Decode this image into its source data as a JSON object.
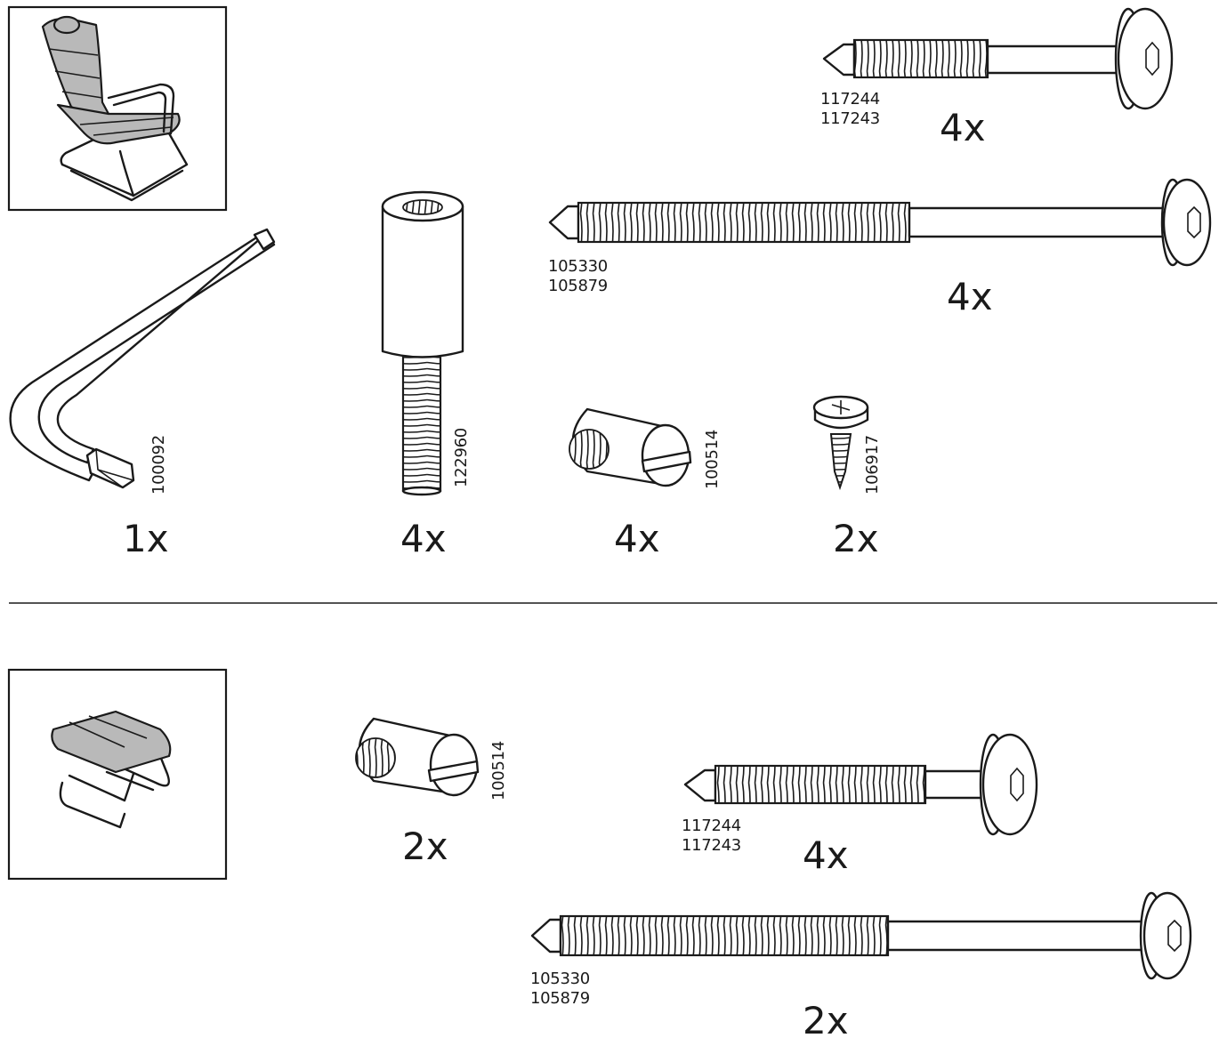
{
  "sections": [
    {
      "name": "chair",
      "parts": [
        {
          "id": "allen-key",
          "part_numbers": [
            "100092"
          ],
          "quantity": "1x"
        },
        {
          "id": "barrel-connector",
          "part_numbers": [
            "122960"
          ],
          "quantity": "4x"
        },
        {
          "id": "cross-dowel",
          "part_numbers": [
            "100514"
          ],
          "quantity": "4x"
        },
        {
          "id": "wood-screw",
          "part_numbers": [
            "106917"
          ],
          "quantity": "2x"
        },
        {
          "id": "short-bolt",
          "part_numbers": [
            "117244",
            "117243"
          ],
          "quantity": "4x"
        },
        {
          "id": "long-bolt",
          "part_numbers": [
            "105330",
            "105879"
          ],
          "quantity": "4x"
        }
      ]
    },
    {
      "name": "footstool",
      "parts": [
        {
          "id": "cross-dowel",
          "part_numbers": [
            "100514"
          ],
          "quantity": "2x"
        },
        {
          "id": "short-bolt",
          "part_numbers": [
            "117244",
            "117243"
          ],
          "quantity": "4x"
        },
        {
          "id": "long-bolt",
          "part_numbers": [
            "105330",
            "105879"
          ],
          "quantity": "2x"
        }
      ]
    }
  ],
  "colors": {
    "ink": "#1a1a1a",
    "cushion": "#b9b9b9",
    "paper": "#ffffff"
  }
}
